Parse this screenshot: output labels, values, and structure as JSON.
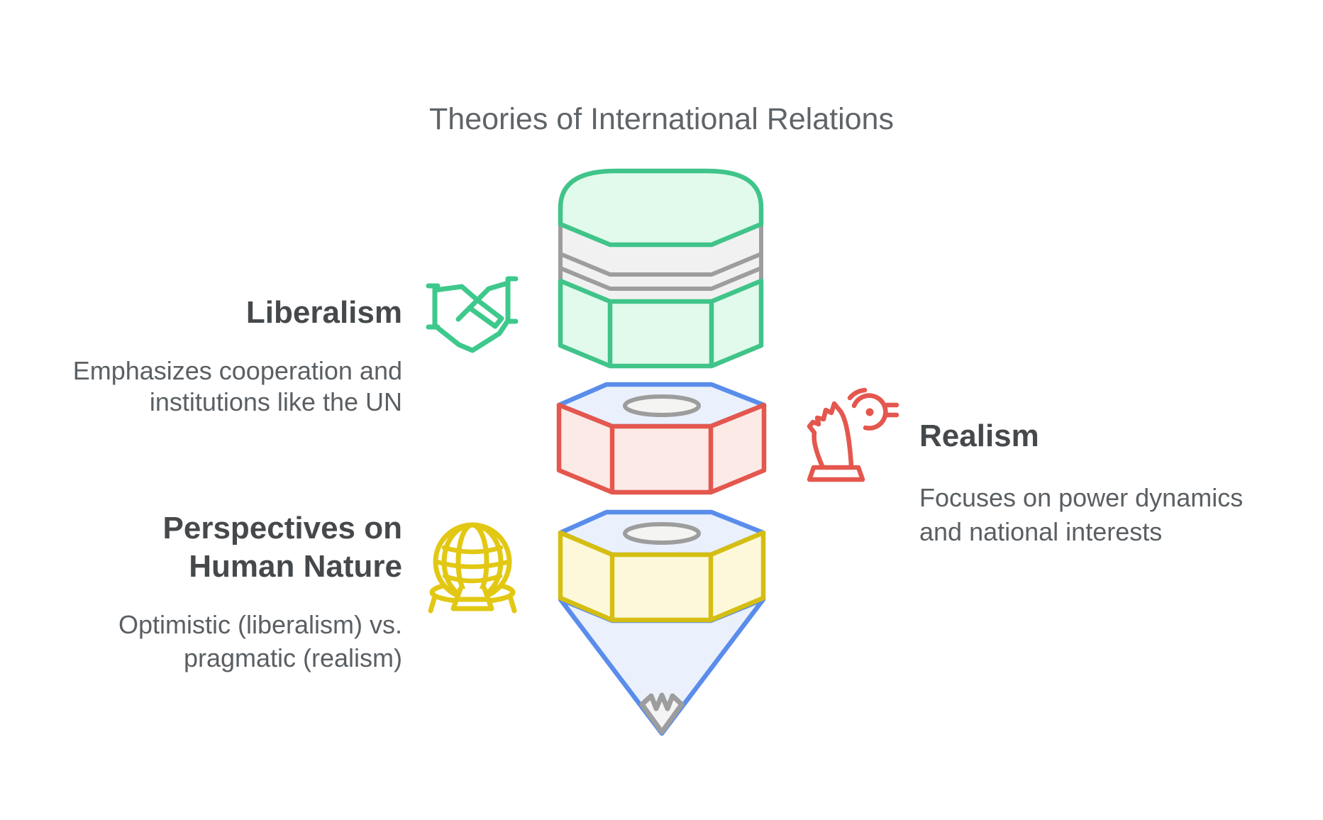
{
  "title": "Theories of International Relations",
  "sections": {
    "liberalism": {
      "heading": "Liberalism",
      "description": [
        "Emphasizes cooperation and",
        "institutions like the UN"
      ],
      "icon": "handshake-icon",
      "accent_color": "#40C489"
    },
    "realism": {
      "heading": "Realism",
      "description": [
        "Focuses on power dynamics",
        "and national interests"
      ],
      "icon": "chess-knight-icon",
      "accent_color": "#E4574E"
    },
    "human_nature": {
      "heading": [
        "Perspectives on",
        "Human Nature"
      ],
      "description": [
        "Optimistic (liberalism) vs.",
        "pragmatic (realism)"
      ],
      "icon": "globe-stand-icon",
      "accent_color": "#E2C813"
    }
  },
  "diagram": {
    "type": "exploded-pencil",
    "segments": [
      {
        "id": "eraser-cap-segment",
        "section": "liberalism",
        "outline_color": "#40C489",
        "fill_color": "#E1FAEC",
        "ferrule_edge_color": "#9D9D9D",
        "ferrule_fill": "#F1F1F1"
      },
      {
        "id": "middle-slice-segment",
        "section": "realism",
        "outline_color": "#E4574E",
        "fill_color": "#FCEAE7",
        "top_fill": "#EAF1FC",
        "top_edge_color": "#5A8DEB",
        "core_color": "#9D9D9D",
        "core_fill": "#F4F4F3"
      },
      {
        "id": "point-slice-segment",
        "section": "human_nature",
        "outline_color": "#D5BE12",
        "fill_color": "#FDF8DA",
        "top_fill": "#EAF1FC",
        "cone_edge_color": "#5A8DEB",
        "cone_fill": "#EAF1FC",
        "tip_color": "#9D9D9D",
        "tip_fill": "#F4F4F4"
      }
    ]
  },
  "text_colors": {
    "title": "#5F6468",
    "heading": "#45494C",
    "body": "#5A5F63"
  }
}
